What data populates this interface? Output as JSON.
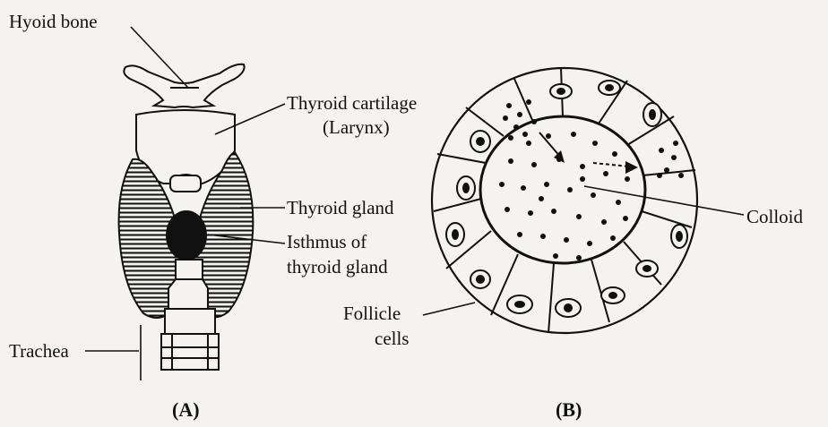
{
  "figure_a": {
    "caption": "(A)",
    "labels": {
      "hyoid": "Hyoid bone",
      "cartilage_line1": "Thyroid cartilage",
      "cartilage_line2": "(Larynx)",
      "gland": "Thyroid gland",
      "isthmus_line1": "Isthmus of",
      "isthmus_line2": "thyroid gland",
      "trachea": "Trachea"
    }
  },
  "figure_b": {
    "caption": "(B)",
    "labels": {
      "colloid": "Colloid",
      "follicle_line1": "Follicle",
      "follicle_line2": "cells"
    }
  },
  "colors": {
    "ink": "#111111",
    "paper": "#f4f3ef"
  }
}
